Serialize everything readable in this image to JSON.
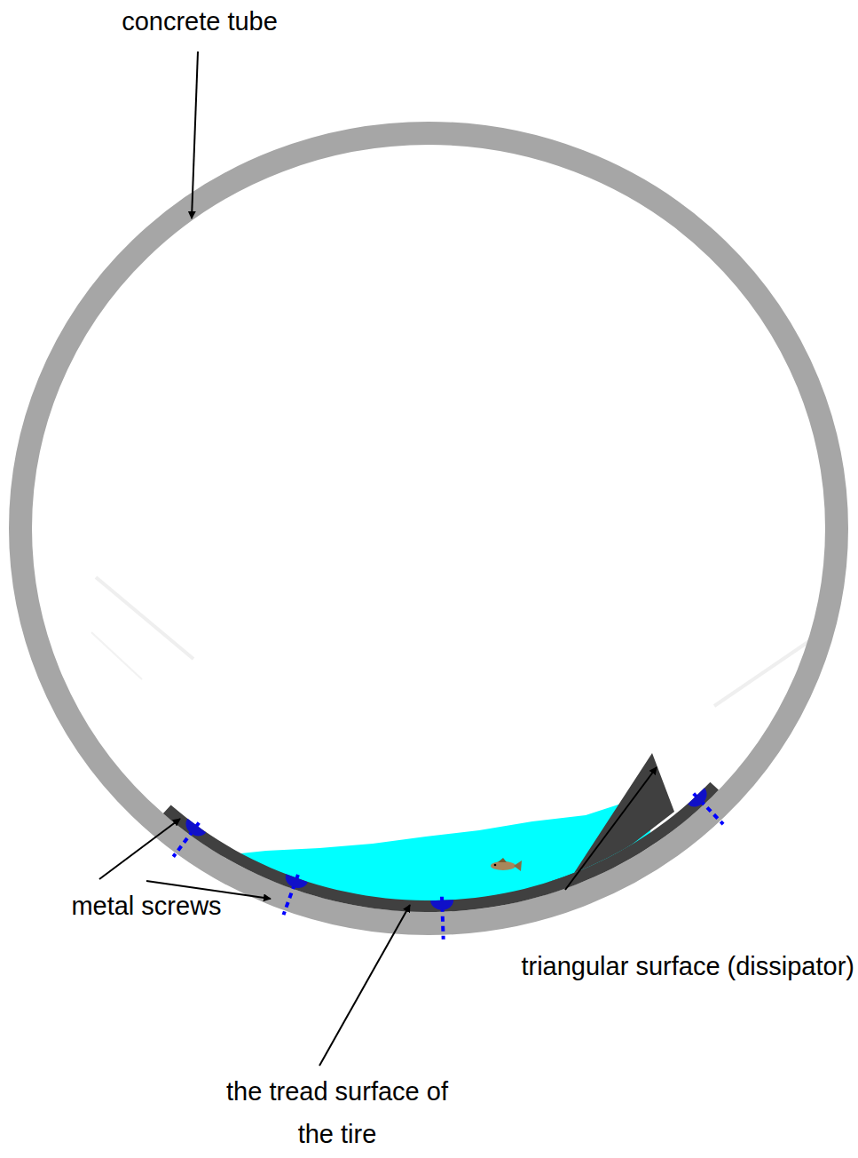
{
  "diagram": {
    "labels": [
      "concrete tube",
      "metal screws",
      "triangular surface (dissipator)",
      "the tread surface of the tire"
    ]
  }
}
